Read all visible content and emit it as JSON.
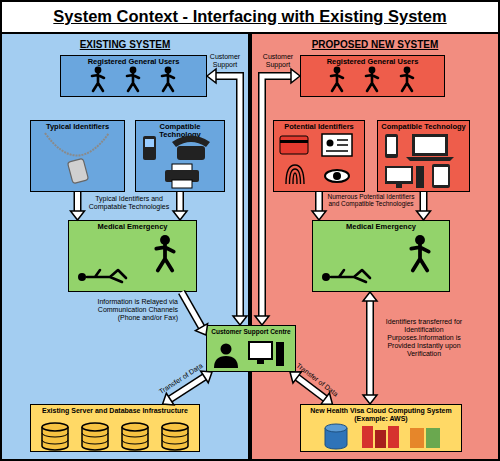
{
  "diagram": {
    "title": "System Context - Interfacing with Existing System",
    "nodes": [
      {
        "text": [
          "EXISTING SYSTEM"
        ]
      },
      {
        "text": [
          "PROPOSED NEW SYSTEM"
        ]
      },
      {
        "text": [
          "Registered General Users"
        ],
        "in": 0
      },
      {
        "text": [
          "Registered General Users"
        ],
        "in": 1
      },
      {
        "text": [
          "Typical Identifiers"
        ],
        "in": 0
      },
      {
        "text": [
          "Compatible Technology"
        ],
        "in": 0
      },
      {
        "text": [
          "Potential Identifiers"
        ],
        "in": 1
      },
      {
        "text": [
          "Compatible Technology"
        ],
        "in": 1
      },
      {
        "text": [
          "Medical Emergency"
        ],
        "in": 0
      },
      {
        "text": [
          "Medical Emergency"
        ],
        "in": 1
      },
      {
        "text": [
          "Customer Support Centre"
        ]
      },
      {
        "text": [
          "Existing Server and Database Infrastructure"
        ],
        "in": 0
      },
      {
        "text": [
          "New Health Visa Cloud Computing System (Example: AWS)"
        ],
        "in": 1
      }
    ],
    "edges": [
      {
        "from": 2,
        "to": 10,
        "label": "Customer Support",
        "arrow": "both"
      },
      {
        "from": 3,
        "to": 10,
        "label": "Customer Support",
        "arrow": "both"
      },
      {
        "from": 4,
        "to": 8,
        "arrow": "to"
      },
      {
        "from": 5,
        "to": 8,
        "arrow": "to"
      },
      {
        "from": 6,
        "to": 9,
        "arrow": "to"
      },
      {
        "from": 7,
        "to": 9,
        "arrow": "to"
      },
      {
        "from": 8,
        "to": 10,
        "label": "Information is Relayed via Communication Channels (Phone and/or Fax)",
        "arrow": "to"
      },
      {
        "from": 10,
        "to": 11,
        "label": "Transfer of Data",
        "arrow": "both"
      },
      {
        "from": 10,
        "to": 12,
        "label": "Transfer of Data",
        "arrow": "both"
      },
      {
        "from": 9,
        "to": 12,
        "label": "Identifiers transferred for Identification Purposes.Information is Provided Instantly upon Verification",
        "arrow": "both"
      }
    ],
    "labels": [
      "Typical Identifiers and Compatable Technologies",
      "Numerous Potential Identifiers and Compatible Technologies"
    ]
  }
}
